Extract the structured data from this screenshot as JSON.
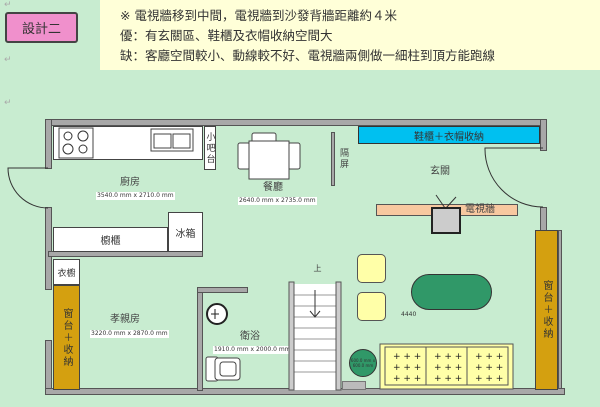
{
  "banner": {
    "label": "設計二"
  },
  "note": {
    "lines": [
      "※ 電視牆移到中間，電視牆到沙發背牆距離約４米",
      "優：有玄關區、鞋櫃及衣帽收納空間大",
      "缺：客廳空間較小、動線較不好、電視牆兩側做一細柱到頂方能跑線"
    ]
  },
  "plan": {
    "small_bar": "小吧台",
    "kitchen": {
      "name": "廚房",
      "dims": "3540.0 mm x 2710.0 mm"
    },
    "dining": {
      "name": "餐廳",
      "dims": "2640.0 mm x 2735.0 mm"
    },
    "partition": "隔屏",
    "shoe_cabinet": "鞋櫃＋衣帽收納",
    "entrance": "玄關",
    "tv_wall": "電視牆",
    "cupboard": "櫥櫃",
    "fridge": "冰箱",
    "wardrobe": "衣櫥",
    "window_storage_left": "窗台＋收納",
    "window_storage_right": "窗台＋收納",
    "parents_room": {
      "name": "孝親房",
      "dims": "3220.0 mm x 2870.0 mm"
    },
    "bathroom": {
      "name": "衛浴",
      "dims": "1910.0 mm x 2000.0 mm"
    },
    "stairs_up": "上",
    "living_dim": "4440",
    "plant_dims": "600.0 mm x 600.0 mm"
  },
  "colors": {
    "background": "#c8ecd0",
    "note": "#ffffd8",
    "banner": "#f090cc",
    "shoe": "#00c0f0",
    "tv_wall": "#f8c8a0",
    "storage": "#d4a010",
    "table": "#309868",
    "sofa": "#ffffa8"
  }
}
